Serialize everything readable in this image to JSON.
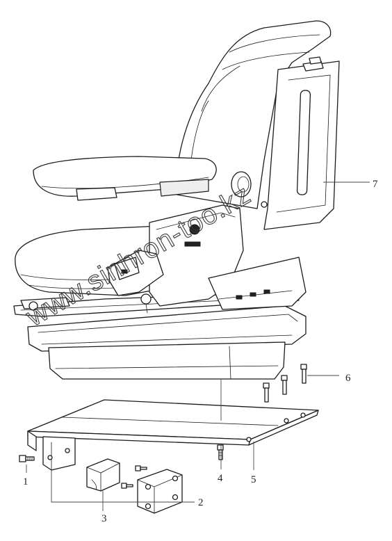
{
  "callouts": {
    "c1": "1",
    "c2": "2",
    "c3": "3",
    "c4": "4",
    "c5": "5",
    "c6": "6",
    "c7": "7"
  },
  "watermark": "www.sinhron-too.kz",
  "colors": {
    "line": "#1b1b1b",
    "background": "#ffffff"
  }
}
